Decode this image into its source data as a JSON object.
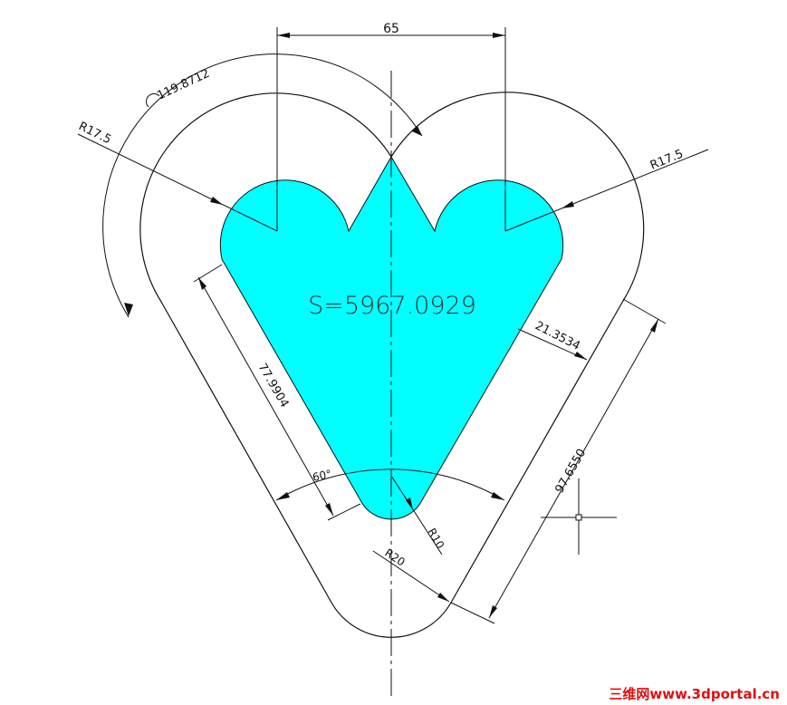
{
  "drawing": {
    "area_label": "S=5967.0929",
    "fill_color": "#00ffff",
    "dims": {
      "top_width": "65",
      "arc_length": "119.8712",
      "radius_left": "R17.5",
      "radius_right": "R17.5",
      "side_left": "77.9904",
      "offset_right": "21.3534",
      "side_right": "97.6550",
      "angle": "60°",
      "radius_bottom_inner": "R10",
      "radius_bottom_outer": "R20"
    }
  },
  "watermark": "三维网www.3dportal.cn"
}
